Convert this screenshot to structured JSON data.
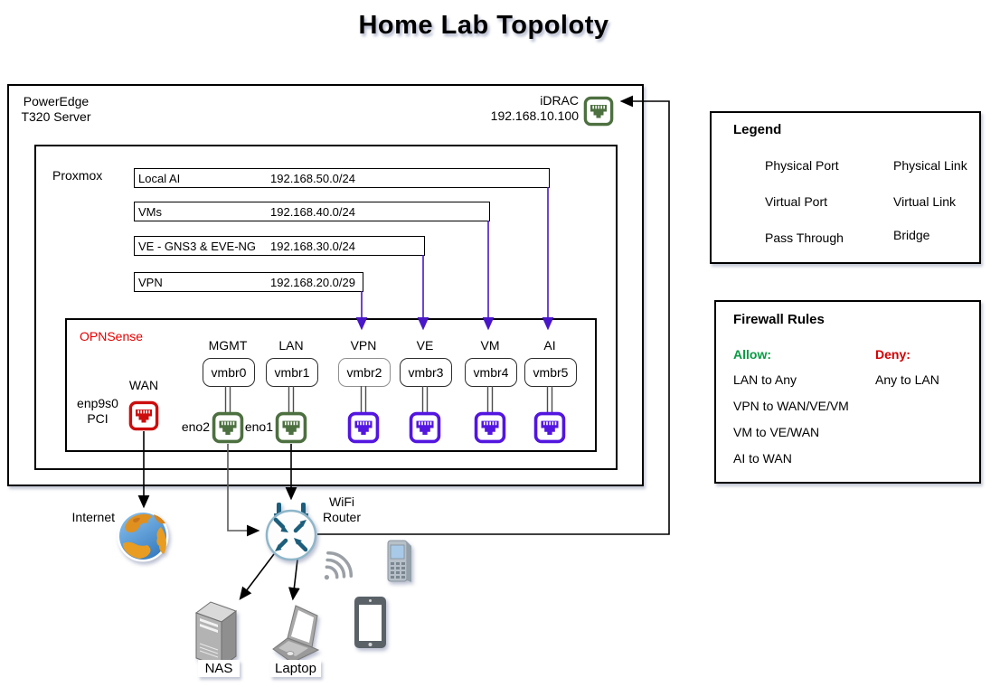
{
  "title": "Home Lab Topoloty",
  "colors": {
    "physical_port": "#4d7040",
    "virtual_port": "#5315e0",
    "passthrough_port": "#cc0d0d",
    "physical_link": "#000000",
    "virtual_link": "#4a16c9",
    "allow_green": "#089b44",
    "deny_red": "#d40000",
    "opnsense_red": "#e60000",
    "router_teal": "#1c5e7b"
  },
  "server": {
    "name_line1": "PowerEdge",
    "name_line2": "T320 Server",
    "idrac_label": "iDRAC",
    "idrac_ip": "192.168.10.100"
  },
  "proxmox": {
    "label": "Proxmox",
    "networks": [
      {
        "name": "Local AI",
        "cidr": "192.168.50.0/24"
      },
      {
        "name": "VMs",
        "cidr": "192.168.40.0/24"
      },
      {
        "name": "VE - GNS3 & EVE-NG",
        "cidr": "192.168.30.0/24"
      },
      {
        "name": "VPN",
        "cidr": "192.168.20.0/29"
      }
    ]
  },
  "opnsense": {
    "label": "OPNSense",
    "wan_label": "WAN",
    "wan_nic_line1": "enp9s0",
    "wan_nic_line2": "PCI",
    "columns": [
      {
        "role": "MGMT",
        "bridge": "vmbr0",
        "nic": "eno2"
      },
      {
        "role": "LAN",
        "bridge": "vmbr1",
        "nic": "eno1"
      },
      {
        "role": "VPN",
        "bridge": "vmbr2"
      },
      {
        "role": "VE",
        "bridge": "vmbr3"
      },
      {
        "role": "VM",
        "bridge": "vmbr4"
      },
      {
        "role": "AI",
        "bridge": "vmbr5"
      }
    ]
  },
  "legend": {
    "title": "Legend",
    "ports": [
      {
        "label": "Physical Port"
      },
      {
        "label": "Virtual Port"
      },
      {
        "label": "Pass Through"
      }
    ],
    "links": [
      {
        "label": "Physical Link"
      },
      {
        "label": "Virtual Link"
      },
      {
        "label": "Bridge"
      }
    ]
  },
  "firewall": {
    "title": "Firewall Rules",
    "allow_header": "Allow:",
    "deny_header": "Deny:",
    "allow": [
      "LAN to Any",
      "VPN to WAN/VE/VM",
      "VM to VE/WAN",
      "AI to WAN"
    ],
    "deny": [
      "Any to LAN"
    ]
  },
  "devices": {
    "internet": "Internet",
    "router_line1": "WiFi",
    "router_line2": "Router",
    "nas": "NAS",
    "laptop": "Laptop"
  }
}
